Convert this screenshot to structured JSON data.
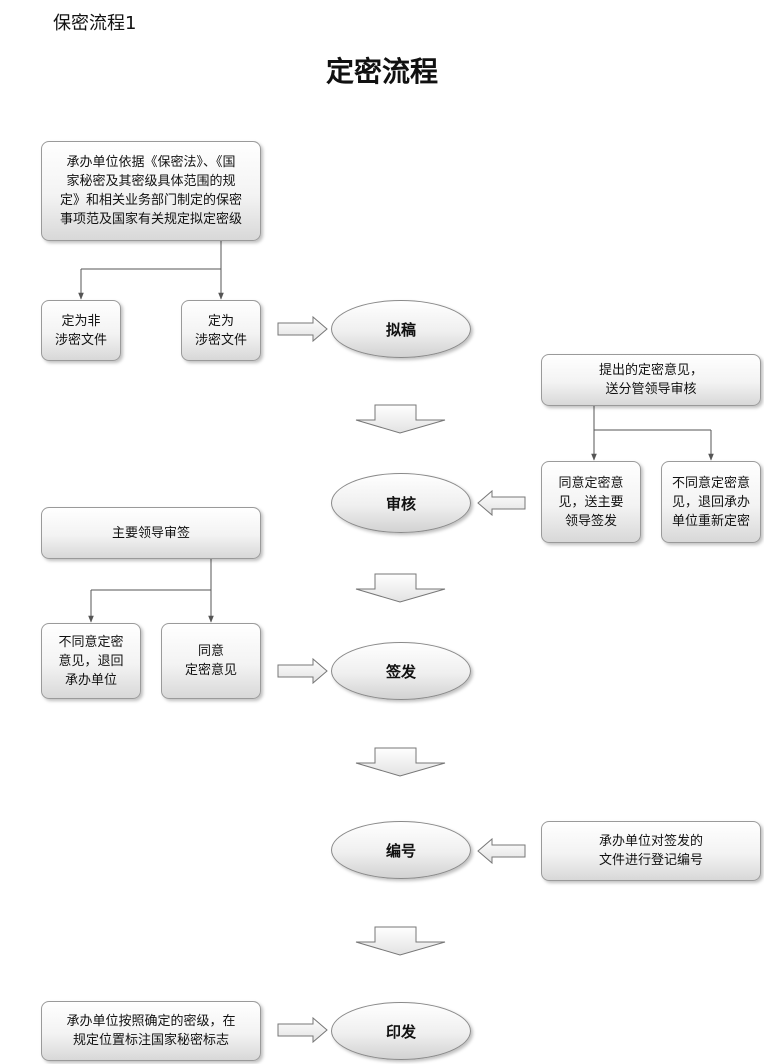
{
  "header": {
    "corner_title": "保密流程1",
    "main_title": "定密流程"
  },
  "ovals": {
    "draft": "拟稿",
    "review": "审核",
    "sign": "签发",
    "number": "编号",
    "print": "印发"
  },
  "boxes": {
    "basis": "承办单位依据《保密法》、《国\n家秘密及其密级具体范围的规\n定》和相关业务部门制定的保密\n事项范及国家有关规定拟定密级",
    "non_secret": "定为非\n涉密文件",
    "secret": "定为\n涉密文件",
    "submit_review": "提出的定密意见，\n送分管领导审核",
    "agree_review": "同意定密意\n见，送主要\n领导签发",
    "disagree_review": "不同意定密意\n见，退回承办\n单位重新定密",
    "main_leader_sign": "主要领导审签",
    "disagree_sign": "不同意定密\n意见，退回\n承办单位",
    "agree_sign": "同意\n定密意见",
    "register": "承办单位对签发的\n文件进行登记编号",
    "mark": "承办单位按照确定的密级，在\n规定位置标注国家秘密标志"
  }
}
